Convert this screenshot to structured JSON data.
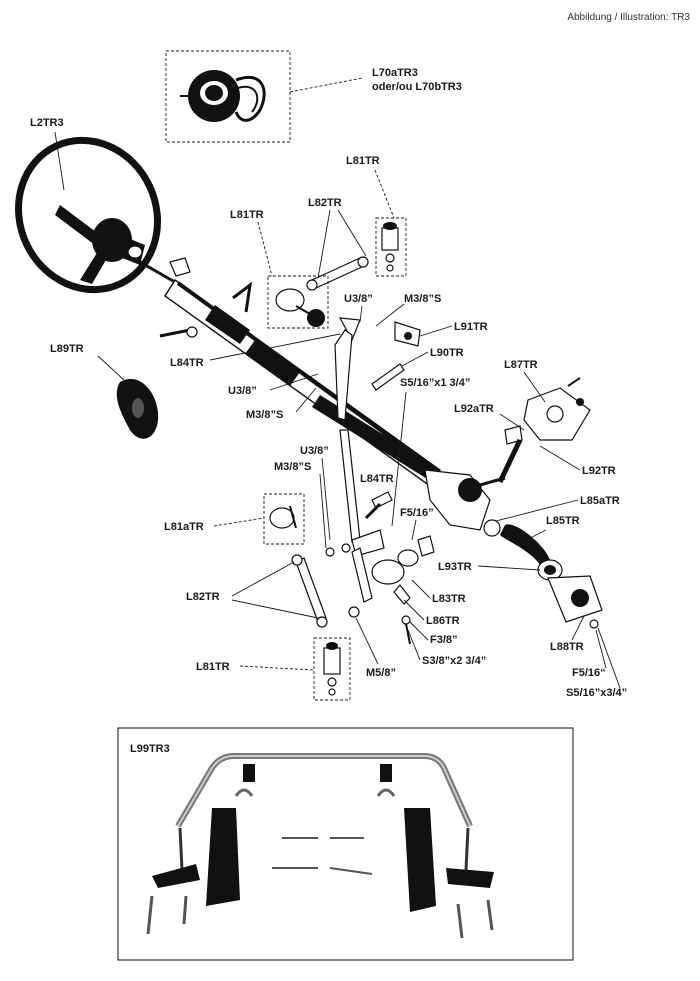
{
  "header": {
    "text": "Abbildung / Illustration: TR3"
  },
  "callouts": {
    "L70aTR3": "L70aTR3",
    "L70aTR3_alt": "oder/ou L70bTR3",
    "L2TR3": "L2TR3",
    "L81TR_top": "L81TR",
    "L81TR_mid": "L81TR",
    "L82TR_top": "L82TR",
    "U38_top": "U3/8”",
    "M38S_top": "M3/8”S",
    "L91TR": "L91TR",
    "L84TR_top": "L84TR",
    "L90TR": "L90TR",
    "L89TR": "L89TR",
    "U38_mid": "U3/8”",
    "S516_134": "S5/16”x1 3/4”",
    "L87TR": "L87TR",
    "M38S_mid": "M3/8”S",
    "L92aTR": "L92aTR",
    "L92TR": "L92TR",
    "U38_low": "U3/8”",
    "M38S_low": "M3/8”S",
    "L84TR_low": "L84TR",
    "L85aTR": "L85aTR",
    "L81aTR": "L81aTR",
    "F516_mid": "F5/16”",
    "L85TR": "L85TR",
    "L93TR": "L93TR",
    "L82TR_low": "L82TR",
    "L83TR": "L83TR",
    "L86TR": "L86TR",
    "F38": "F3/8”",
    "L88TR": "L88TR",
    "L81TR_low": "L81TR",
    "S38_234": "S3/8”x2 3/4”",
    "M58": "M5/8”",
    "F516_low": "F5/16“",
    "S516_34": "S5/16”x3/4”",
    "L99TR3": "L99TR3"
  }
}
